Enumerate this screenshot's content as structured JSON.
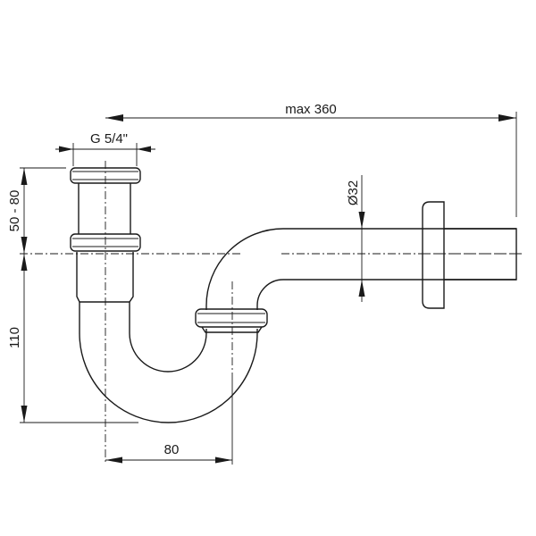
{
  "drawing": {
    "title": "Bottle-free tubular P-trap siphon dimensional drawing",
    "dimensions": {
      "max_length": "max 360",
      "thread": "G 5/4\"",
      "diameter": "Ø32",
      "inlet_adjust": "50 - 80",
      "drop_height": "110",
      "offset": "80"
    },
    "line_color": "#1a1a1a"
  }
}
